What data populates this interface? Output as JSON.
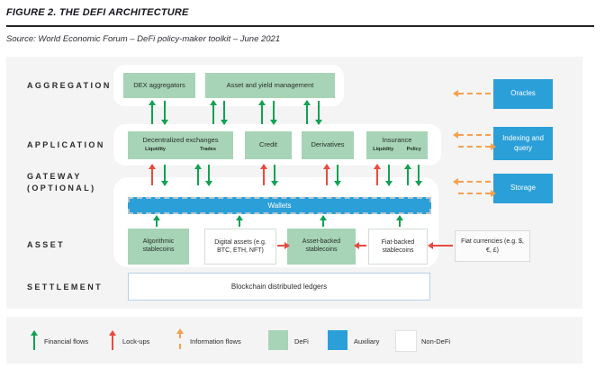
{
  "header": {
    "title": "FIGURE 2. THE DEFI ARCHITECTURE",
    "source": "Source: World Economic Forum – DeFi policy-maker toolkit – June 2021"
  },
  "row_labels": {
    "aggregation": "AGGREGATION",
    "application": "APPLICATION",
    "gateway_line1": "GATEWAY",
    "gateway_line2": "(OPTIONAL)",
    "asset": "ASSET",
    "settlement": "SETTLEMENT"
  },
  "aggregation": {
    "dex_aggregators": "DEX aggregators",
    "asset_yield_management": "Asset and yield management"
  },
  "application": {
    "decentralized_exchanges": {
      "title": "Decentralized exchanges",
      "sub_left": "Liquidity",
      "sub_right": "Trades"
    },
    "credit": "Credit",
    "derivatives": "Derivatives",
    "insurance": {
      "title": "Insurance",
      "sub_left": "Liquidity",
      "sub_right": "Policy"
    }
  },
  "gateway": {
    "wallets": "Wallets"
  },
  "asset": {
    "algorithmic_stablecoins": "Algorithmic stablecoins",
    "digital_assets": "Digital assets (e.g. BTC, ETH, NFT)",
    "asset_backed_stablecoins": "Asset-backed stablecoins",
    "fiat_backed_stablecoins": "Fiat-backed stablecoins",
    "fiat_currencies": "Fiat currencies (e.g. $, €, £)"
  },
  "settlement": {
    "blockchain_ledgers": "Blockchain distributed ledgers"
  },
  "auxiliary": {
    "oracles": "Oracles",
    "indexing_query": "Indexing and query",
    "storage": "Storage"
  },
  "legend": {
    "financial_flows": "Financial flows",
    "lock_ups": "Lock-ups",
    "information_flows": "Information flows",
    "defi": "DeFi",
    "auxiliary": "Auxiliary",
    "non_defi": "Non-DeFi"
  },
  "colors": {
    "defi_green": "#a7d4b6",
    "auxiliary_blue": "#2b9fd8",
    "financial_flow_green": "#11a253",
    "lock_up_red": "#e84b41",
    "information_flow_orange": "#f6a04e",
    "panel_gray": "#f4f4f4",
    "settlement_border_blue": "#b5d0e8"
  }
}
